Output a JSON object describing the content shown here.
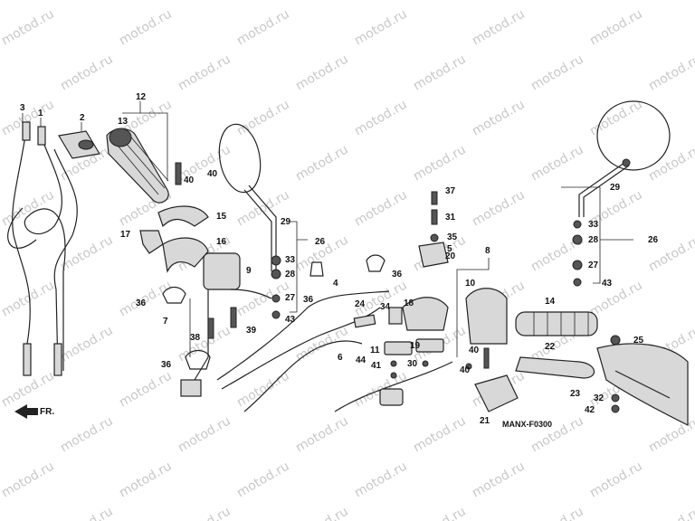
{
  "watermark": "motod.ru",
  "diagram_code": "MANX-F0300",
  "front_label": "FR.",
  "callouts": [
    "1",
    "2",
    "3",
    "4",
    "5",
    "6",
    "7",
    "8",
    "9",
    "10",
    "11",
    "12",
    "13",
    "14",
    "15",
    "16",
    "17",
    "18",
    "19",
    "20",
    "21",
    "22",
    "23",
    "24",
    "25",
    "26",
    "27",
    "28",
    "29",
    "30",
    "31",
    "32",
    "33",
    "34",
    "35",
    "36",
    "37",
    "38",
    "39",
    "40",
    "41",
    "42",
    "43",
    "44"
  ]
}
